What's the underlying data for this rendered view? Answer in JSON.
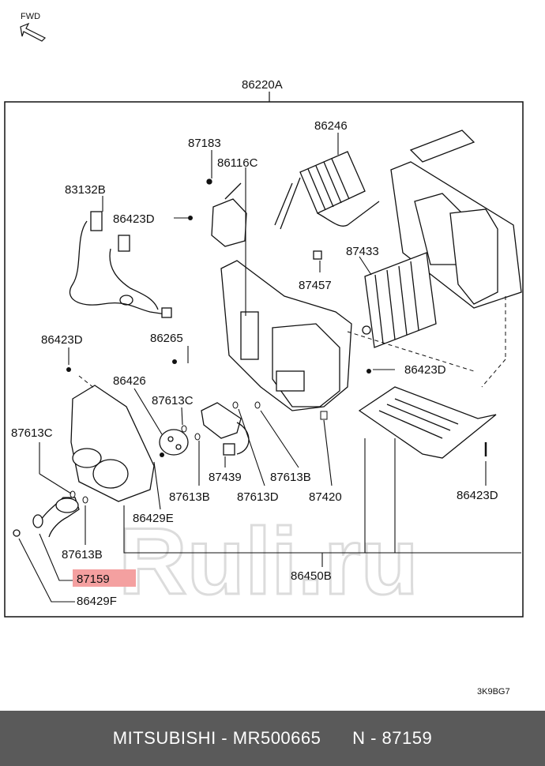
{
  "direction_label": "FWD",
  "assembly_label": "86220A",
  "drawing_code": "3K9BG7",
  "highlight_color": "#f4a0a0",
  "watermark": "Ruli.ru",
  "part_labels": {
    "p87183": "87183",
    "p86116C": "86116C",
    "p86246": "86246",
    "p83132B": "83132B",
    "p86423D_a": "86423D",
    "p87433": "87433",
    "p87457": "87457",
    "p86423D_b": "86423D",
    "p86265": "86265",
    "p86423D_c": "86423D",
    "p86426": "86426",
    "p87613C_a": "87613C",
    "p87613C_b": "87613C",
    "p87439": "87439",
    "p87613B_a": "87613B",
    "p87613B_b": "87613B",
    "p87613D": "87613D",
    "p87420": "87420",
    "p86423D_d": "86423D",
    "p86429E": "86429E",
    "p87613B_c": "87613B",
    "p87159": "87159",
    "p86450B": "86450B",
    "p86429F": "86429F"
  },
  "footer": {
    "brand": "MITSUBISHI",
    "part_number": "MR500665",
    "ref": "N - 87159"
  }
}
